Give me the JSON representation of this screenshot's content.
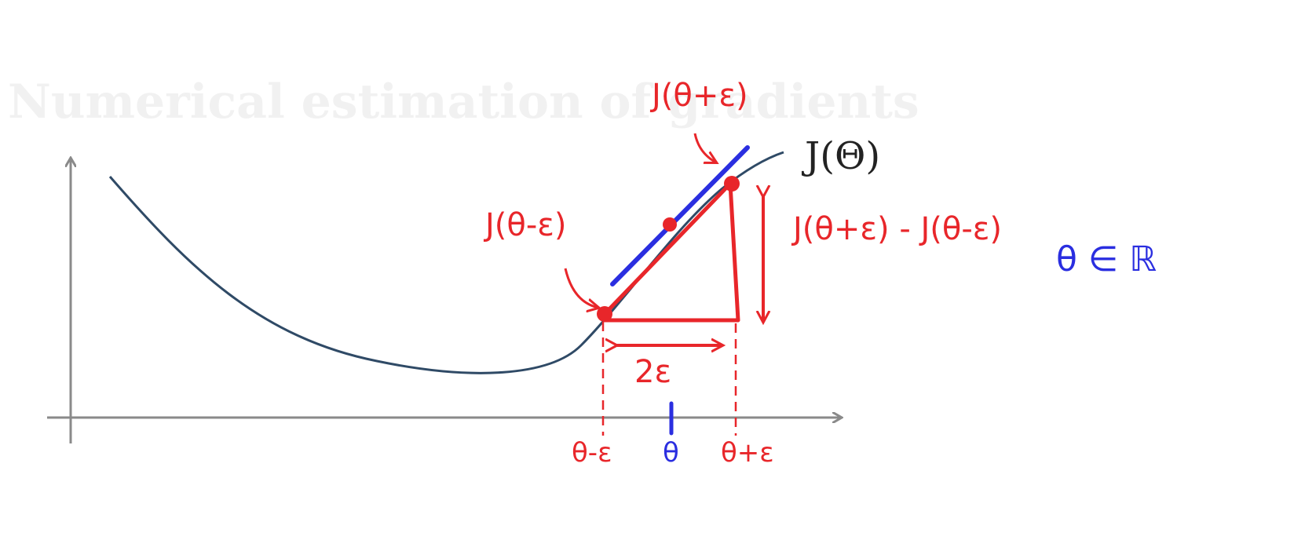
{
  "diagram": {
    "background_heading": "Numerical estimation of gradients",
    "curve_label": "J(Θ)",
    "label_upper_point": "J(θ+ε)",
    "label_lower_point": "J(θ-ε)",
    "label_rise": "J(θ+ε) - J(θ-ε)",
    "label_domain": "θ ∈ ℝ",
    "label_run": "2ε",
    "tick_left": "θ-ε",
    "tick_center": "θ",
    "tick_right": "θ+ε",
    "colors": {
      "curve": "#2f4a66",
      "axes": "#8a8a8a",
      "annotation_red": "#e8262a",
      "annotation_blue": "#2a2ee0"
    }
  }
}
